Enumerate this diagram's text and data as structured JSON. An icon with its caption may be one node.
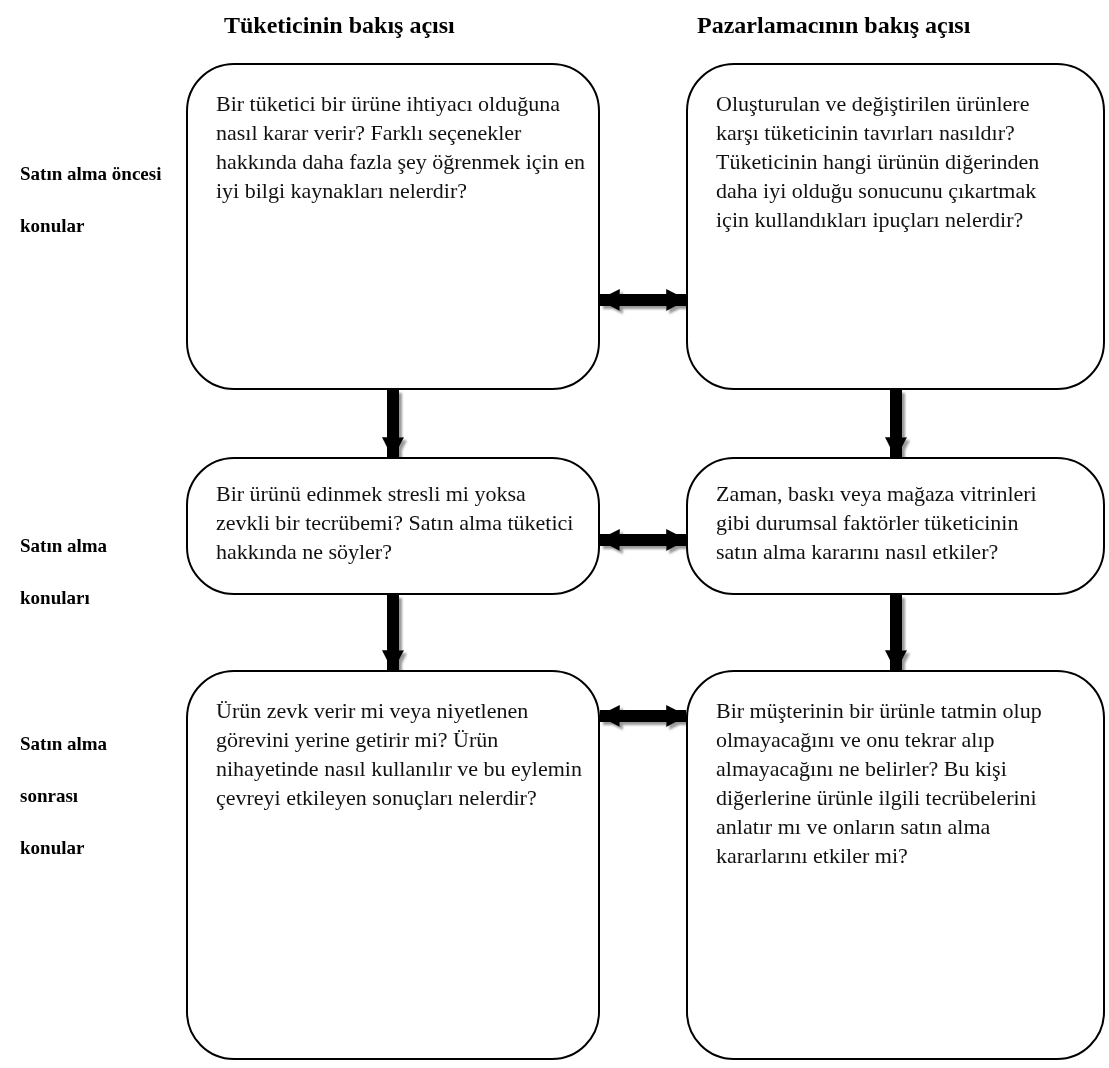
{
  "diagram": {
    "nodes": [
      {
        "text": [
          "Bir tüketici bir ürüne ihtiyacı olduğuna nasıl karar verir? Farklı seçenekler hakkında daha fazla şey öğrenmek için en iyi bilgi kaynakları nelerdir?"
        ]
      },
      {
        "text": [
          "Oluşturulan ve değiştirilen ürünlere karşı tüketicinin tavırları nasıldır? Tüketicinin hangi ürünün diğerinden daha iyi olduğu sonucunu çıkartmak için kullandıkları ipuçları nelerdir?"
        ]
      },
      {
        "text": [
          "Bir ürünü edinmek stresli mi yoksa zevkli bir tecrübemi? Satın alma tüketici hakkında ne söyler?"
        ]
      },
      {
        "text": [
          "Zaman, baskı veya mağaza vitrinleri gibi durumsal faktörler tüketicinin satın alma kararını nasıl etkiler?"
        ]
      },
      {
        "text": [
          "Ürün zevk verir mi veya niyetlenen görevini yerine getirir mi? Ürün nihayetinde nasıl kullanılır ve bu eylemin çevreyi etkileyen sonuçları nelerdir?"
        ]
      },
      {
        "text": [
          "Bir müşterinin bir ürünle tatmin olup olmayacağını ve onu tekrar alıp almayacağını ne belirler? Bu kişi diğerlerine ürünle ilgili tecrübelerini anlatır mı ve onların satın alma kararlarını etkiler mi?"
        ]
      }
    ],
    "edges": [
      {
        "from": 0,
        "to": 1,
        "arrow": "both"
      },
      {
        "from": 0,
        "to": 2,
        "arrow": "to"
      },
      {
        "from": 1,
        "to": 3,
        "arrow": "to"
      },
      {
        "from": 2,
        "to": 3,
        "arrow": "both"
      },
      {
        "from": 2,
        "to": 4,
        "arrow": "to"
      },
      {
        "from": 3,
        "to": 5,
        "arrow": "to"
      },
      {
        "from": 4,
        "to": 5,
        "arrow": "both"
      }
    ],
    "labels": [
      "Tüketicinin bakış açısı",
      "Pazarlamacının bakış açısı",
      "Satın alma öncesi konular",
      "Satın alma konuları",
      "Satın alma sonrası konular"
    ]
  }
}
